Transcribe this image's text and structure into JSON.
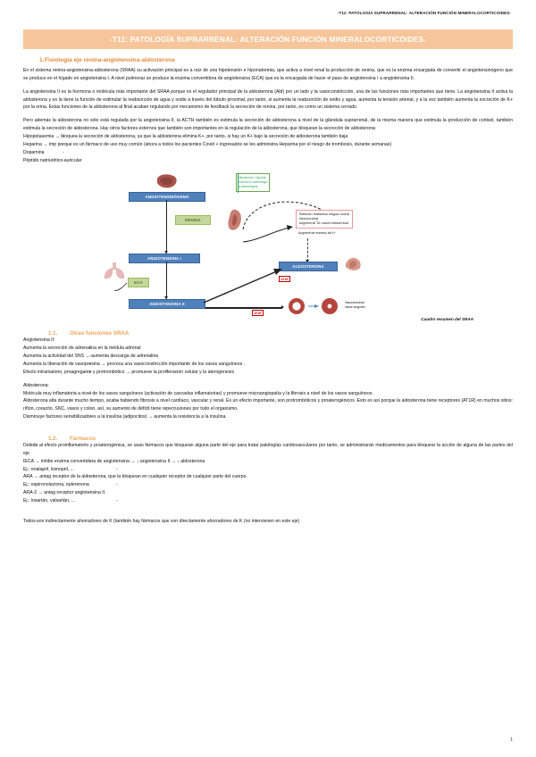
{
  "running_head": "-T11: PATOLOGÍA SUPRARRENAL: ALTERACIÓN FUNCIÓN MINERALOCORTICOIDES-",
  "title_banner": "-T11: PATOLOGÍA SUPRARRENAL: ALTERACIÓN FUNCIÓN MINERALOCORTICOIDES-",
  "colors": {
    "banner_bg": "#f6c599",
    "heading_1": "#e08a3c",
    "heading_2": "#f0a55a",
    "node_blue": "#4f81bd",
    "node_green": "#c3d69b",
    "green_text": "#2aa05a",
    "red_border": "#e79a9a"
  },
  "sections": {
    "s1": {
      "num": "1.",
      "title": "Fisiología eje renina-angiotensina-aldosterona",
      "p1": "En el sistema renina-angiotensina-aldosterona (SRAA) su activación principal es a raíz de una hipotensión e hiponatremia, que activa a nivel renal la producción de renina, que es la enzima encargada de convertir el angiotensinógeno que se produce en el hígado en angiotensina I. A nivel pulmonar se produce la enzima convertidora de angiotensina (ECA) que es la encargada de hacer el paso de angiotensina I a angiotensina II.",
      "p2": "La angiotensina II es la hormona o molécula más importante del SRAA porque es el regulador principal de la aldosterona (Ald) por un lado y la vasoconstricción, una de las funciones más importantes que tiene. La angiotensina II activa la aldosterona y es la tiene la función de estimular la reabsorción de agua y sodio a través del túbulo proximal, por tanto, si aumenta la reabsorción de sodio y agua, aumenta la tensión arterial, y a la vez también aumenta la excreción de K+ por la orina. Estas funciones de la aldosterona al final acaban regulando por mecanismo de feedback la secreción de renina, por tanto, es como un sistema cerrado.",
      "p3": "Pero además la aldosterona no sólo está regulada por la angiotensina II, la ACTH también es estimula la secreción de aldosterona a nivel de la glándula suprarrenal, de la misma manera que estimula la producción de cortisol, también estimula la secreción de aldosterona. Hay otros factores externos que también son importantes en la regulación de la aldosterona, que bloquean la secreción de aldosterona:",
      "bullets": [
        "Hipopotasemia → bloquea la secreción de aldosterona, ya que la aldosterona elimina K+, por tanto, si hay un K+ bajo la secreción de aldosterona también baja",
        "Heparina → imp porque es un fármaco de uso muy común (ahora a todos los pacientes Covid + ingresados se les administra Heparina por el riesgo de trombosis, durante semanas)",
        "Dopamina",
        "Péptido natriurético auricular"
      ]
    },
    "s11": {
      "num": "1.1.",
      "title": "Otras funciones SRAA",
      "items": [
        {
          "label": "Angiotensina II:",
          "subs": [
            "Aumenta la secreción de adrenalina en la médula adrenal",
            "Aumenta la actividad del SNS → aumenta descarga de adrenalina",
            "Aumenta la liberación de vasopresina → provoca una vasoconstricción importante de los vasos sanguíneos .",
            "Efecto intramatorio, proagregante y protrombótico → promueve la proliferación celular y la aterogénesis"
          ]
        },
        {
          "label": "Aldosterona:",
          "subs": [
            "Molécula muy inflamatoria a nivel de los vasos sanguíneos (activación de cascadas inflamatorias) y promueve microangiopatía y la fibrosis a nivel de los vasos sanguíneos.",
            "Disminuye factores sensibilizadores a la insulina (adipocitos) → aumenta la resistencia a la insulina."
          ],
          "sub_sub": [
            "Aldosterona alta durante mucho tiempo, acaba habiendo fibrosis a nivel cardíaco, vascular y renal. Es un efecto importante, son protrombóticos y proaterogénicos. Esto es así porque la aldosterona tiene receptores (AT1R) en muchos sitios: riñón, corazón, SNC, vasos y colon, así, su aumento de déficit tiene repercusiones por todo el organismo."
          ]
        }
      ]
    },
    "s12": {
      "num": "1.2.",
      "title": "Fármacos",
      "intro": "Debido al efecto proinflamatorio y proaterogénica, se usan fármacos que bloquean alguna parte del eje para tratar patologías cardiovasculares por tanto, se administrarán medicamentos para bloquear la acción de alguna de las partes del eje.",
      "drugs": [
        {
          "text": "IECA → inhibe enzima convertidora de angiotensina → ↓ angiotensina II → ↓ aldosterona",
          "example": "Ej.: enalapril, lisinopril, ..."
        },
        {
          "text": "ARA → antag receptor de la aldosterona, que la bloquean en cualquier receptor de cualquier parte del cuerpo.",
          "example": "Ej.: espironolactona, eplerenona"
        },
        {
          "text": "ARA-2 → antag receptor angiotensina II.",
          "example": "Ej.: losartán, valsartán, ..."
        }
      ],
      "closing": "Todos son indirectamente ahorradores de K (también hay fármacos que son directamente ahorradores de K (no intervienen en este eje)"
    }
  },
  "figure": {
    "caption": "Cuadro resumen del SRAA",
    "nodes": {
      "angiotensinogeno": "ANGIOTENSINÓGENO",
      "renina": "RENINA",
      "angiotensina_1": "ANGIOTENSINA I",
      "eca": "ECA",
      "angiotensina_2": "ANGIOTENSINA II",
      "aldosterona": "ALDOSTERONA"
    },
    "green_note": [
      "Hipotensió / hipoNa",
      "Estímul ß-adrenèrgic",
      "β-adrenèrgics"
    ],
    "red_note": [
      "Retenció i reabsorció d'aigua i sodi al",
      "túbul proximal",
      "Augment de TA i volum extracel·lular"
    ],
    "red_note_2": "Augment de excreció de K+",
    "tags": {
      "at1r_aldo": "AT1R",
      "at1r_vaso": "AT1R"
    },
    "vessel_label": [
      "Vasoconstricció",
      "vasos sanguinis"
    ]
  },
  "page_number": "1"
}
